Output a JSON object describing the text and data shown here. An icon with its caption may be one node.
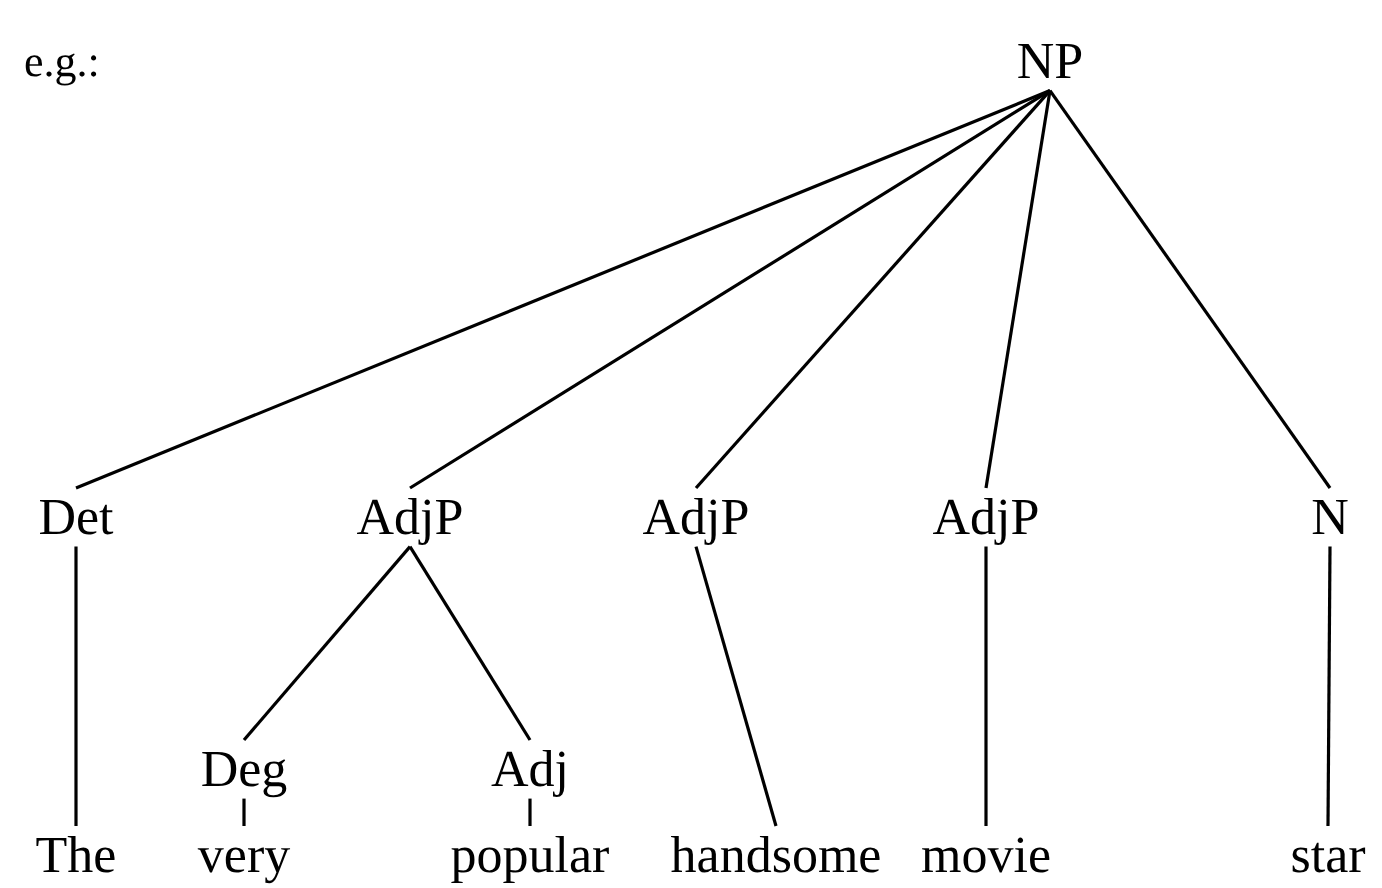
{
  "diagram": {
    "nodes": [
      {
        "text": [
          "NP"
        ]
      },
      {
        "text": [
          "Det"
        ]
      },
      {
        "text": [
          "AdjP"
        ]
      },
      {
        "text": [
          "AdjP"
        ]
      },
      {
        "text": [
          "AdjP"
        ]
      },
      {
        "text": [
          "N"
        ]
      },
      {
        "text": [
          "Deg"
        ]
      },
      {
        "text": [
          "Adj"
        ]
      },
      {
        "text": [
          "The"
        ]
      },
      {
        "text": [
          "very"
        ]
      },
      {
        "text": [
          "popular"
        ]
      },
      {
        "text": [
          "handsome"
        ]
      },
      {
        "text": [
          "movie"
        ]
      },
      {
        "text": [
          "star"
        ]
      }
    ],
    "edges": [
      {
        "from": 0,
        "to": 1,
        "arrow": "none"
      },
      {
        "from": 0,
        "to": 2,
        "arrow": "none"
      },
      {
        "from": 0,
        "to": 3,
        "arrow": "none"
      },
      {
        "from": 0,
        "to": 4,
        "arrow": "none"
      },
      {
        "from": 0,
        "to": 5,
        "arrow": "none"
      },
      {
        "from": 1,
        "to": 8,
        "arrow": "none"
      },
      {
        "from": 2,
        "to": 6,
        "arrow": "none"
      },
      {
        "from": 2,
        "to": 7,
        "arrow": "none"
      },
      {
        "from": 3,
        "to": 11,
        "arrow": "none"
      },
      {
        "from": 4,
        "to": 12,
        "arrow": "none"
      },
      {
        "from": 5,
        "to": 13,
        "arrow": "none"
      },
      {
        "from": 6,
        "to": 9,
        "arrow": "none"
      },
      {
        "from": 7,
        "to": 10,
        "arrow": "none"
      }
    ],
    "labels": [
      "e.g.:"
    ]
  }
}
